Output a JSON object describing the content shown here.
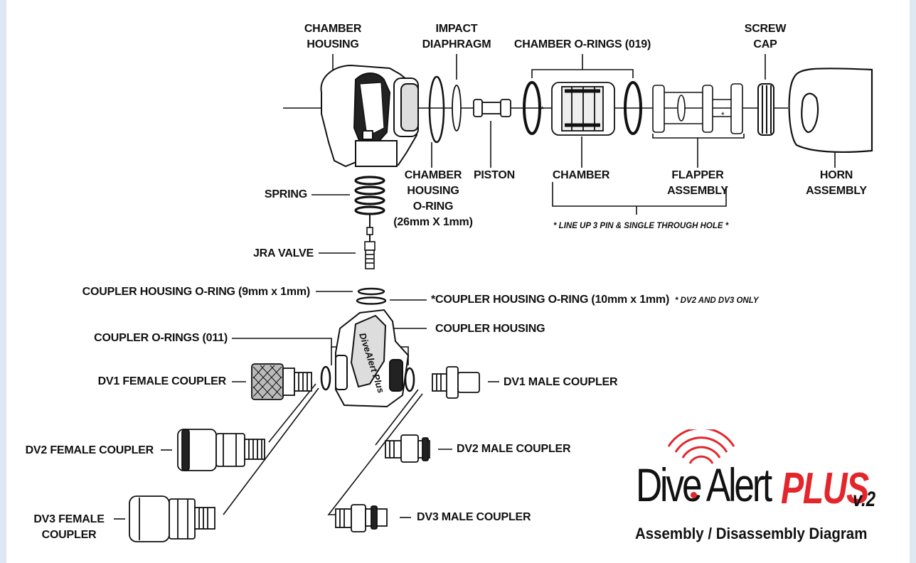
{
  "colors": {
    "accent_red": "#e3262b",
    "ink": "#111111",
    "frame": "#dde8f3"
  },
  "labels": {
    "chamber_housing": "CHAMBER\nHOUSING",
    "impact_diaphragm": "IMPACT\nDIAPHRAGM",
    "chamber_orings": "CHAMBER O-RINGS (019)",
    "screw_cap": "SCREW\nCAP",
    "spring": "SPRING",
    "chamber_housing_oring": "CHAMBER\nHOUSING\nO-RING\n(26mm X 1mm)",
    "piston": "PISTON",
    "chamber": "CHAMBER",
    "flapper_assembly": "FLAPPER\nASSEMBLY",
    "horn_assembly": "HORN\nASSEMBLY",
    "line_up_note": "* LINE UP 3 PIN & SINGLE THROUGH HOLE *",
    "jra_valve": "JRA VALVE",
    "coupler_housing_oring_9": "COUPLER HOUSING O-RING (9mm x 1mm)",
    "coupler_housing_oring_10": "*COUPLER HOUSING O-RING (10mm x 1mm)",
    "dv2_dv3_only": "* DV2 AND DV3 ONLY",
    "coupler_housing": "COUPLER HOUSING",
    "coupler_orings": "COUPLER O-RINGS (011)",
    "dv1_female": "DV1 FEMALE COUPLER",
    "dv1_male": "DV1 MALE COUPLER",
    "dv2_female": "DV2 FEMALE COUPLER",
    "dv2_male": "DV2 MALE COUPLER",
    "dv3_female": "DV3 FEMALE\nCOUPLER",
    "dv3_male": "DV3 MALE COUPLER",
    "housing_marking": "DiveAlert Plus"
  },
  "logo": {
    "brand": "Dive Alert",
    "plus": "PLUS",
    "version": "v.2",
    "subtitle": "Assembly / Disassembly Diagram",
    "wifi_icon": "signal-waves-icon"
  }
}
